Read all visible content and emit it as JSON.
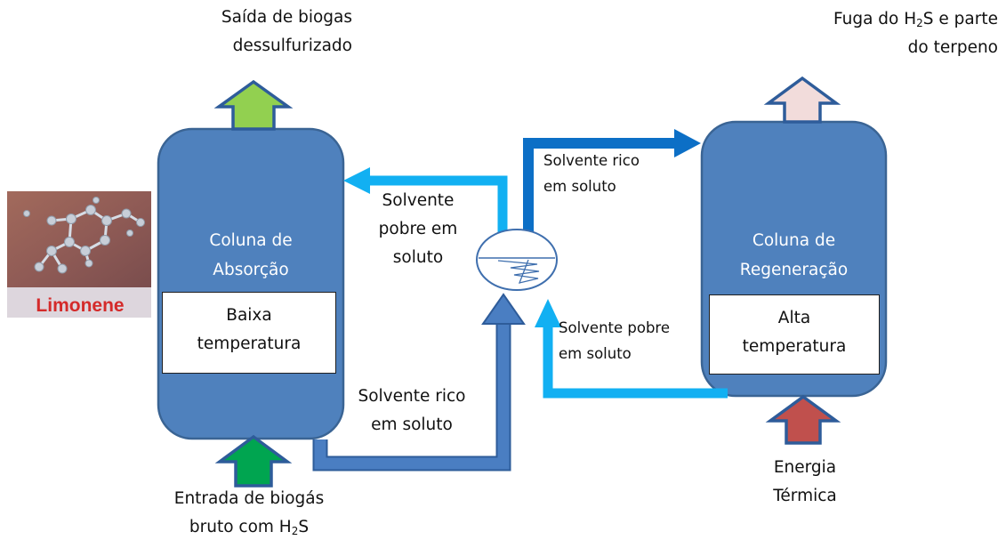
{
  "absorption_column": {
    "label_lines": [
      "Coluna de",
      "Absorção"
    ],
    "temperature_lines": [
      "Baixa",
      "temperatura"
    ]
  },
  "regeneration_column": {
    "label_lines": [
      "Coluna de",
      "Regeneração"
    ],
    "temperature_lines": [
      "Alta",
      "temperatura"
    ]
  },
  "outputs": {
    "desulfurized_biogas_lines": [
      "Saída de biogas",
      "dessulfurizado"
    ],
    "escape_line1_prefix": "Fuga do H",
    "escape_line1_sub": "2",
    "escape_line1_suffix": "S e parte",
    "escape_line2": "do terpeno"
  },
  "inputs": {
    "raw_biogas_line1": "Entrada de biogás",
    "raw_biogas_line2_prefix": "bruto com H",
    "raw_biogas_line2_sub": "2",
    "raw_biogas_line2_suffix": "S",
    "thermal_energy_lines": [
      "Energia",
      "Térmica"
    ]
  },
  "flows": {
    "lean_to_absorber_lines": [
      "Solvente",
      "pobre em",
      "soluto"
    ],
    "rich_from_absorber_lines": [
      "Solvente rico",
      "em soluto"
    ],
    "rich_to_regenerator_lines": [
      "Solvente rico",
      "em soluto"
    ],
    "lean_from_regenerator_lines": [
      "Solvente pobre",
      "em soluto"
    ]
  },
  "molecule_image": {
    "label": "Limonene"
  },
  "colors": {
    "column_fill": "#4f81bd",
    "column_stroke": "#3a6494",
    "lean_solvent": "#12b0f2",
    "rich_solvent_absorber": "#4a7ec2",
    "rich_solvent_regenerator": "#0c6fc6",
    "output_green_light": "#92d050",
    "input_green": "#00a550",
    "output_pink": "#f2dcdb",
    "input_red": "#c0504d",
    "arrow_outline": "#2e5c9a"
  }
}
